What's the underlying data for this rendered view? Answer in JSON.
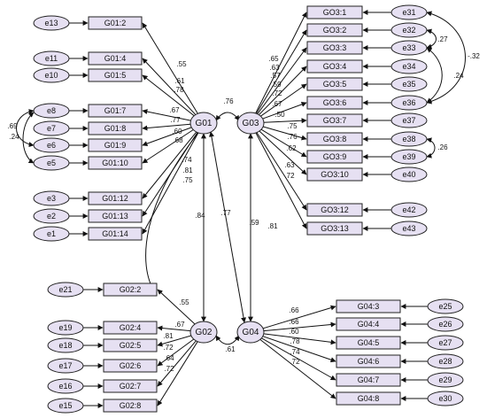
{
  "diagram": {
    "latent": {
      "G01": "G01",
      "G02": "G02",
      "G03": "G03",
      "G04": "G04"
    },
    "g01_items": [
      {
        "label": "G01:2",
        "error": "e13",
        "loading": ".55"
      },
      {
        "label": "G01:4",
        "error": "e11",
        "loading": ".61"
      },
      {
        "label": "G01:5",
        "error": "e10",
        "loading": ".78"
      },
      {
        "label": "G01:7",
        "error": "e8",
        "loading": ".67"
      },
      {
        "label": "G01:8",
        "error": "e7",
        "loading": ".77"
      },
      {
        "label": "G01:9",
        "error": "e6",
        "loading": ".60"
      },
      {
        "label": "G01:10",
        "error": "e5",
        "loading": ".68"
      },
      {
        "label": "G01:12",
        "error": "e3",
        "loading": ".74"
      },
      {
        "label": "G01:13",
        "error": "e2",
        "loading": ".81"
      },
      {
        "label": "G01:14",
        "error": "e1",
        "loading": ".75"
      }
    ],
    "g01_extra_loading": ".84",
    "g03_items": [
      {
        "label": "GO3:1",
        "error": "e31",
        "loading": ".65"
      },
      {
        "label": "GO3:2",
        "error": "e32",
        "loading": ".63"
      },
      {
        "label": "GO3:3",
        "error": "e33",
        "loading": ".57"
      },
      {
        "label": "GO3:4",
        "error": "e34",
        "loading": ".59"
      },
      {
        "label": "GO3:5",
        "error": "e35",
        "loading": ".72"
      },
      {
        "label": "GO3:6",
        "error": "e36",
        "loading": ".67"
      },
      {
        "label": "GO3:7",
        "error": "e37",
        "loading": ".50"
      },
      {
        "label": "GO3:8",
        "error": "e38",
        "loading": ".75"
      },
      {
        "label": "GO3:9",
        "error": "e39",
        "loading": ".76"
      },
      {
        "label": "GO3:10",
        "error": "e40",
        "loading": ".62"
      },
      {
        "label": "GO3:12",
        "error": "e42",
        "loading": ".63"
      },
      {
        "label": "GO3:13",
        "error": "e43",
        "loading": ".72"
      }
    ],
    "g02_items": [
      {
        "label": "G02:2",
        "error": "e21",
        "loading": ".55"
      },
      {
        "label": "G02:4",
        "error": "e19",
        "loading": ".67"
      },
      {
        "label": "G02:5",
        "error": "e18",
        "loading": ".81"
      },
      {
        "label": "G02:6",
        "error": "e17",
        "loading": ".72"
      },
      {
        "label": "G02:7",
        "error": "e16",
        "loading": ".64"
      },
      {
        "label": "G02:8",
        "error": "e15",
        "loading": ".72"
      }
    ],
    "g04_items": [
      {
        "label": "G04:3",
        "error": "e25",
        "loading": ".66"
      },
      {
        "label": "G04:4",
        "error": "e26",
        "loading": ".66"
      },
      {
        "label": "G04:5",
        "error": "e27",
        "loading": ".60"
      },
      {
        "label": "G04:6",
        "error": "e28",
        "loading": ".78"
      },
      {
        "label": "G04:7",
        "error": "e29",
        "loading": ".74"
      },
      {
        "label": "G04:8",
        "error": "e30",
        "loading": ".72"
      }
    ],
    "correlations": {
      "g01_g03": ".76",
      "g01_g02": ".77",
      "g01_g04": ".59",
      "g03_g04": ".81",
      "g02_g04": ".61",
      "e8_e6": ".69",
      "e8_e5": ".24",
      "e32_e33": ".27",
      "e31_e36": "-.32",
      "e33_e36": ".24",
      "e38_e39": ".26"
    }
  }
}
